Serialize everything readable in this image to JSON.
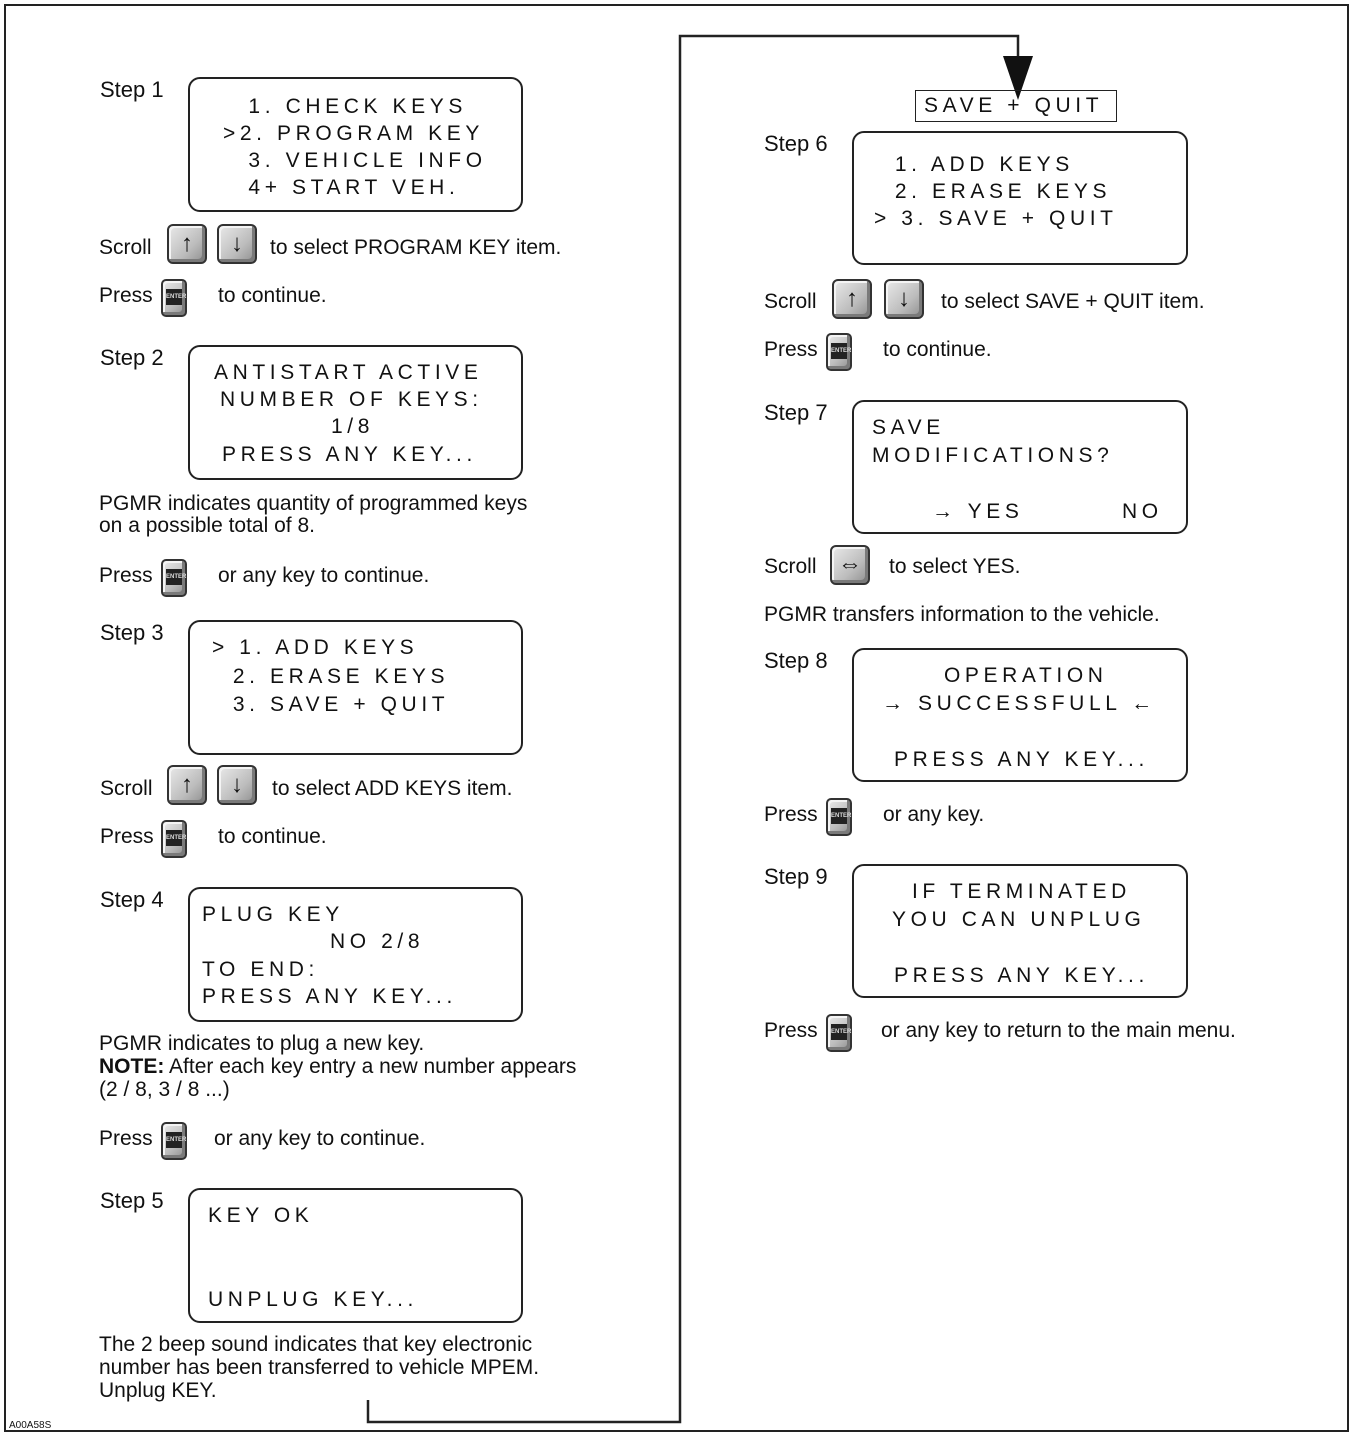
{
  "code": "A00A58S",
  "steps": {
    "s1": {
      "label": "Step 1",
      "lines": [
        " 1. CHECK KEYS",
        ">2. PROGRAM KEY",
        " 3. VEHICLE INFO",
        " 4+ START VEH."
      ]
    },
    "s2": {
      "label": "Step 2",
      "lines": [
        "ANTISTART ACTIVE",
        "NUMBER OF KEYS:",
        "1/8",
        "PRESS ANY KEY..."
      ]
    },
    "s3": {
      "label": "Step 3",
      "lines": [
        "> 1. ADD KEYS",
        "  2. ERASE KEYS",
        "  3. SAVE + QUIT"
      ]
    },
    "s4": {
      "label": "Step 4",
      "lines": [
        "PLUG KEY",
        "NO 2/8",
        "TO END:",
        "PRESS ANY KEY..."
      ]
    },
    "s5": {
      "label": "Step 5",
      "lines": [
        "KEY OK",
        "UNPLUG KEY..."
      ]
    },
    "s6": {
      "label": "Step 6",
      "lines": [
        "  1. ADD KEYS",
        "  2. ERASE KEYS",
        "> 3. SAVE + QUIT"
      ]
    },
    "s7": {
      "label": "Step 7",
      "lines": [
        "SAVE",
        "MODIFICATIONS?",
        "→ YES",
        "NO"
      ]
    },
    "s8": {
      "label": "Step 8",
      "lines": [
        "OPERATION",
        "→ SUCCESSFULL ←",
        "PRESS ANY KEY..."
      ]
    },
    "s9": {
      "label": "Step 9",
      "lines": [
        "IF TERMINATED",
        "YOU CAN UNPLUG",
        "PRESS ANY KEY..."
      ]
    }
  },
  "save_quit_header": "SAVE + QUIT",
  "keys": {
    "up": "↑",
    "down": "↓",
    "leftright": "⇔",
    "enter": "ENTER"
  },
  "text": {
    "scroll": "Scroll",
    "press": "Press",
    "s1_select": "to select PROGRAM KEY item.",
    "s1_continue": "to continue.",
    "s2_note1": "PGMR indicates quantity of programmed keys",
    "s2_note2": "on a possible total of 8.",
    "s2_continue": "or any key to continue.",
    "s3_select": "to select ADD KEYS item.",
    "s3_continue": "to continue.",
    "s4_note1": "PGMR indicates to plug a new key.",
    "s4_note_label": "NOTE:",
    "s4_note2": "After each key entry a new number appears",
    "s4_note3": "(2 / 8, 3 / 8 ...)",
    "s4_continue": "or any key to continue.",
    "s5_note1": "The 2 beep sound indicates that key electronic",
    "s5_note2": "number has been transferred to vehicle MPEM.",
    "s5_note3": "Unplug KEY.",
    "s6_select": "to select SAVE + QUIT item.",
    "s6_continue": "to continue.",
    "s7_select": "to select YES.",
    "s7_note": "PGMR transfers information to the vehicle.",
    "s8_continue": "or any key.",
    "s9_continue": "or any key to return to the main menu."
  }
}
